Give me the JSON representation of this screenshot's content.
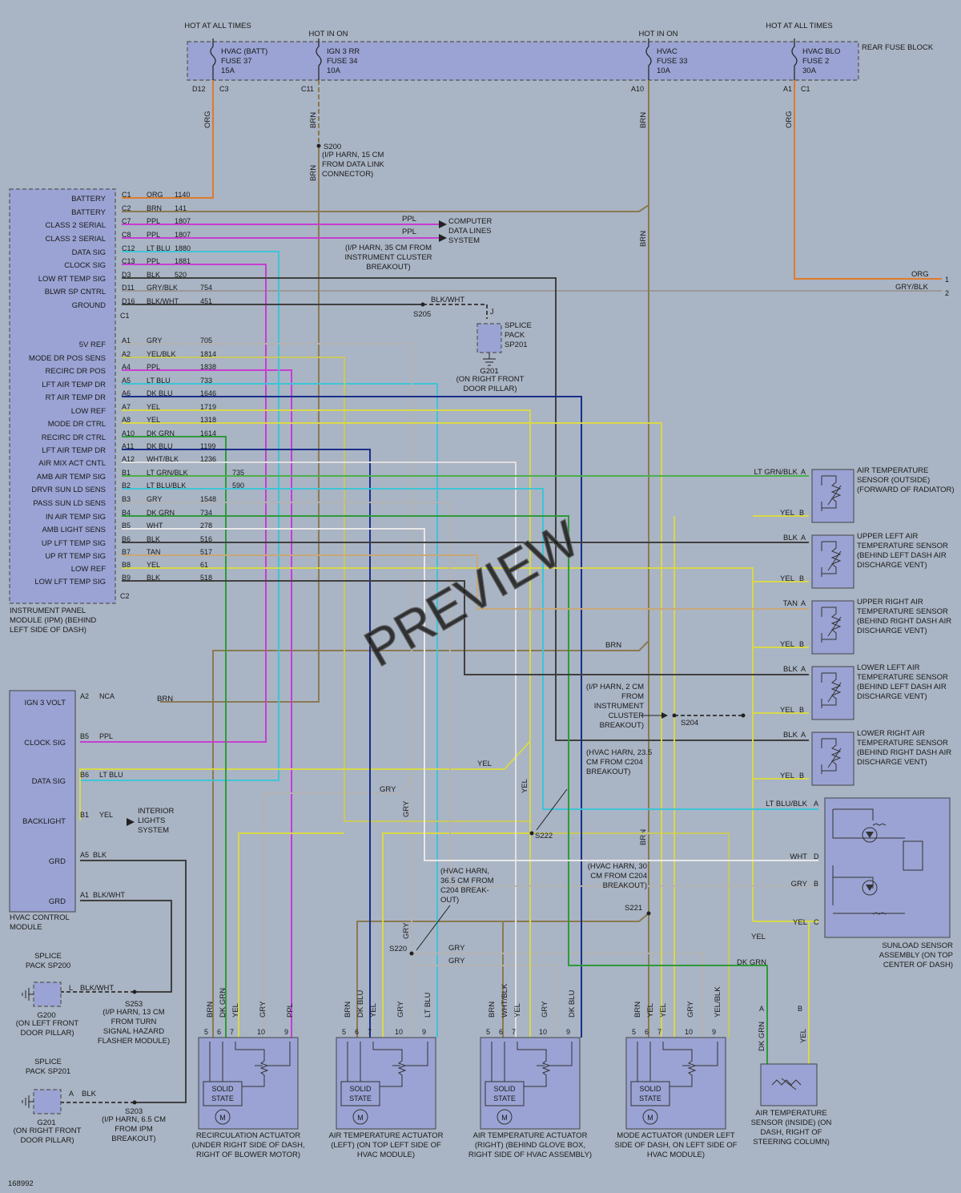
{
  "fuse_block": {
    "hot_at_all_times": "HOT AT ALL TIMES",
    "hot_in_on": "HOT IN ON",
    "label": "REAR FUSE BLOCK",
    "fuses": [
      {
        "name": "HVAC (BATT)",
        "fuse": "FUSE 37",
        "amps": "15A",
        "pin": "D12",
        "conn": "C3",
        "wire": "ORG"
      },
      {
        "name": "IGN 3 RR",
        "fuse": "FUSE 34",
        "amps": "10A",
        "pin": "C11",
        "conn": "",
        "wire": "BRN"
      },
      {
        "name": "HVAC",
        "fuse": "FUSE 33",
        "amps": "10A",
        "pin": "A10",
        "conn": "",
        "wire": "BRN"
      },
      {
        "name": "HVAC BLO",
        "fuse": "FUSE 2",
        "amps": "30A",
        "pin": "A1",
        "conn": "C1",
        "wire": "ORG"
      }
    ]
  },
  "s200": {
    "name": "S200",
    "desc": "(I/P HARN, 15 CM FROM DATA LINK CONNECTOR)"
  },
  "ipm": {
    "title": "INSTRUMENT PANEL MODULE (IPM) (BEHIND LEFT SIDE OF DASH)",
    "c1": "C1",
    "c2": "C2",
    "rows": [
      {
        "label": "BATTERY",
        "pin": "C1",
        "color": "ORG",
        "circuit": "1140"
      },
      {
        "label": "BATTERY",
        "pin": "C2",
        "color": "BRN",
        "circuit": "141"
      },
      {
        "label": "CLASS 2 SERIAL",
        "pin": "C7",
        "color": "PPL",
        "circuit": "1807"
      },
      {
        "label": "CLASS 2 SERIAL",
        "pin": "C8",
        "color": "PPL",
        "circuit": "1807"
      },
      {
        "label": "DATA SIG",
        "pin": "C12",
        "color": "LT BLU",
        "circuit": "1880"
      },
      {
        "label": "CLOCK SIG",
        "pin": "C13",
        "color": "PPL",
        "circuit": "1881"
      },
      {
        "label": "LOW RT TEMP SIG",
        "pin": "D3",
        "color": "BLK",
        "circuit": "520"
      },
      {
        "label": "BLWR SP CNTRL",
        "pin": "D11",
        "color": "GRY/BLK",
        "circuit": "754"
      },
      {
        "label": "GROUND",
        "pin": "D16",
        "color": "BLK/WHT",
        "circuit": "451"
      },
      {
        "label": "5V REF",
        "pin": "A1",
        "color": "GRY",
        "circuit": "705"
      },
      {
        "label": "MODE DR POS SENS",
        "pin": "A2",
        "color": "YEL/BLK",
        "circuit": "1814"
      },
      {
        "label": "RECIRC DR POS",
        "pin": "A4",
        "color": "PPL",
        "circuit": "1838"
      },
      {
        "label": "LFT AIR TEMP DR",
        "pin": "A5",
        "color": "LT BLU",
        "circuit": "733"
      },
      {
        "label": "RT AIR TEMP DR",
        "pin": "A6",
        "color": "DK BLU",
        "circuit": "1646"
      },
      {
        "label": "LOW REF",
        "pin": "A7",
        "color": "YEL",
        "circuit": "1719"
      },
      {
        "label": "MODE DR CTRL",
        "pin": "A8",
        "color": "YEL",
        "circuit": "1318"
      },
      {
        "label": "RECIRC DR CTRL",
        "pin": "A10",
        "color": "DK GRN",
        "circuit": "1614"
      },
      {
        "label": "LFT AIR TEMP DR",
        "pin": "A11",
        "color": "DK BLU",
        "circuit": "1199"
      },
      {
        "label": "AIR MIX ACT CNTL",
        "pin": "A12",
        "color": "WHT/BLK",
        "circuit": "1236"
      },
      {
        "label": "AMB AIR TEMP SIG",
        "pin": "B1",
        "color": "LT GRN/BLK",
        "circuit": "735"
      },
      {
        "label": "DRVR SUN LD SENS",
        "pin": "B2",
        "color": "LT BLU/BLK",
        "circuit": "590"
      },
      {
        "label": "PASS SUN LD SENS",
        "pin": "B3",
        "color": "GRY",
        "circuit": "1548"
      },
      {
        "label": "IN AIR TEMP SIG",
        "pin": "B4",
        "color": "DK GRN",
        "circuit": "734"
      },
      {
        "label": "AMB LIGHT SENS",
        "pin": "B5",
        "color": "WHT",
        "circuit": "278"
      },
      {
        "label": "UP LFT TEMP SIG",
        "pin": "B6",
        "color": "BLK",
        "circuit": "516"
      },
      {
        "label": "UP RT TEMP SIG",
        "pin": "B7",
        "color": "TAN",
        "circuit": "517"
      },
      {
        "label": "LOW REF",
        "pin": "B8",
        "color": "YEL",
        "circuit": "61"
      },
      {
        "label": "LOW LFT TEMP SIG",
        "pin": "B9",
        "color": "BLK",
        "circuit": "518"
      }
    ]
  },
  "computer_data": {
    "label": "COMPUTER DATA LINES SYSTEM",
    "wire": "PPL"
  },
  "s205": {
    "name": "S205",
    "desc": "(I/P HARN, 35 CM FROM INSTRUMENT CLUSTER BREAKOUT)",
    "wire": "BLK/WHT"
  },
  "sp201_top": {
    "label": "SPLICE PACK SP201",
    "pin": "J",
    "ground": "G201",
    "ground_desc": "(ON RIGHT FRONT DOOR PILLAR)"
  },
  "right_outputs": [
    {
      "color": "ORG",
      "num": "1"
    },
    {
      "color": "GRY/BLK",
      "num": "2"
    }
  ],
  "hvac_module": {
    "title": "HVAC CONTROL MODULE",
    "rows": [
      {
        "label": "IGN 3 VOLT",
        "pin": "A2",
        "color": "NCA",
        "wire": "BRN"
      },
      {
        "label": "CLOCK SIG",
        "pin": "B5",
        "color": "PPL"
      },
      {
        "label": "DATA SIG",
        "pin": "B6",
        "color": "LT BLU"
      },
      {
        "label": "BACKLIGHT",
        "pin": "B1",
        "color": "YEL",
        "dest": "INTERIOR LIGHTS SYSTEM"
      },
      {
        "label": "GRD",
        "pin": "A5",
        "color": "BLK"
      },
      {
        "label": "GRD",
        "pin": "A1",
        "color": "BLK/WHT"
      }
    ]
  },
  "splice_sp200": {
    "label": "SPLICE PACK SP200",
    "pin": "L",
    "ground": "G200",
    "ground_desc": "(ON LEFT FRONT DOOR PILLAR)",
    "wire": "BLK/WHT",
    "splice": "S253",
    "splice_desc": "(I/P HARN, 13 CM FROM TURN SIGNAL HAZARD FLASHER MODULE)"
  },
  "splice_sp201": {
    "label": "SPLICE PACK SP201",
    "pin": "A",
    "ground": "G201",
    "ground_desc": "(ON RIGHT FRONT DOOR PILLAR)",
    "wire": "BLK",
    "splice": "S203",
    "splice_desc": "(I/P HARN, 6.5 CM FROM IPM BREAKOUT)"
  },
  "sensors": [
    {
      "title": "AIR TEMPERATURE SENSOR (OUTSIDE) (FORWARD OF RADIATOR)",
      "a": "LT GRN/BLK",
      "b": "YEL"
    },
    {
      "title": "UPPER LEFT AIR TEMPERATURE SENSOR (BEHIND LEFT DASH AIR DISCHARGE VENT)",
      "a": "BLK",
      "b": "YEL"
    },
    {
      "title": "UPPER RIGHT AIR TEMPERATURE SENSOR (BEHIND RIGHT DASH AIR DISCHARGE VENT)",
      "a": "TAN",
      "b": "YEL"
    },
    {
      "title": "LOWER LEFT AIR TEMPERATURE SENSOR (BEHIND LEFT DASH AIR DISCHARGE VENT)",
      "a": "BLK",
      "b": "YEL"
    },
    {
      "title": "LOWER RIGHT AIR TEMPERATURE SENSOR (BEHIND RIGHT DASH AIR DISCHARGE VENT)",
      "a": "BLK",
      "b": "YEL"
    }
  ],
  "s204": {
    "name": "S204",
    "desc": "(I/P HARN, 2 CM FROM INSTRUMENT CLUSTER BREAKOUT)"
  },
  "s222": {
    "name": "S222",
    "desc": "(HVAC HARN, 23.5 CM FROM C204 BREAKOUT)"
  },
  "s221": {
    "name": "S221",
    "desc": "(HVAC HARN, 30 CM FROM C204 BREAKOUT)"
  },
  "s220": {
    "name": "S220",
    "desc": "(HVAC HARN, 36.5 CM FROM C204 BREAK-OUT)"
  },
  "sunload": {
    "title": "SUNLOAD SENSOR ASSEMBLY (ON TOP CENTER OF DASH)",
    "pins": [
      {
        "pin": "A",
        "color": "LT BLU/BLK"
      },
      {
        "pin": "D",
        "color": "WHT"
      },
      {
        "pin": "B",
        "color": "GRY"
      },
      {
        "pin": "C",
        "color": "YEL"
      }
    ]
  },
  "mid_labels": {
    "brn": "BRN",
    "yel": "YEL",
    "gry": "GRY",
    "dk_grn": "DK GRN"
  },
  "actuators": [
    {
      "title": "RECIRCULATION ACTUATOR (UNDER RIGHT SIDE OF DASH, RIGHT OF BLOWER MOTOR)",
      "wires": [
        "BRN",
        "DK GRN",
        "YEL",
        "GRY",
        "PPL"
      ]
    },
    {
      "title": "AIR TEMPERATURE ACTUATOR (LEFT) (ON TOP LEFT SIDE OF HVAC MODULE)",
      "wires": [
        "BRN",
        "DK BLU",
        "YEL",
        "GRY",
        "LT BLU"
      ]
    },
    {
      "title": "AIR TEMPERATURE ACTUATOR (RIGHT) (BEHIND GLOVE BOX, RIGHT SIDE OF HVAC ASSEMBLY)",
      "wires": [
        "BRN",
        "WHT/BLK",
        "YEL",
        "GRY",
        "DK BLU"
      ]
    },
    {
      "title": "MODE ACTUATOR (UNDER LEFT SIDE OF DASH, ON LEFT SIDE OF HVAC MODULE)",
      "wires": [
        "BRN",
        "YEL",
        "YEL",
        "GRY",
        "YEL/BLK"
      ]
    }
  ],
  "actuator_pins": [
    "5",
    "6",
    "7",
    "10",
    "9"
  ],
  "solid_state": "SOLID STATE",
  "motor_symbol": "M",
  "inside_sensor": {
    "title": "AIR TEMPERATURE SENSOR (INSIDE) (ON DASH, RIGHT OF STEERING COLUMN)",
    "a": "A",
    "b": "B",
    "wire_a": "DK GRN",
    "wire_b": "YEL"
  },
  "watermark": "PREVIEW",
  "diagram_id": "168992",
  "colors": {
    "background": "#a9b4c4",
    "module": "#9aa3d3",
    "org": "#e07a2a",
    "brn": "#8a7a52",
    "ppl": "#c83cd2",
    "ltblu": "#3ec4d6",
    "blk": "#404040",
    "gry": "#b3b3b3",
    "yel": "#d8d84a",
    "dkgrn": "#2e9a3a",
    "dkblu": "#1a2d8a",
    "ltgrn": "#4cb04c",
    "wht": "#e8e8e8",
    "tan": "#c8a878"
  }
}
